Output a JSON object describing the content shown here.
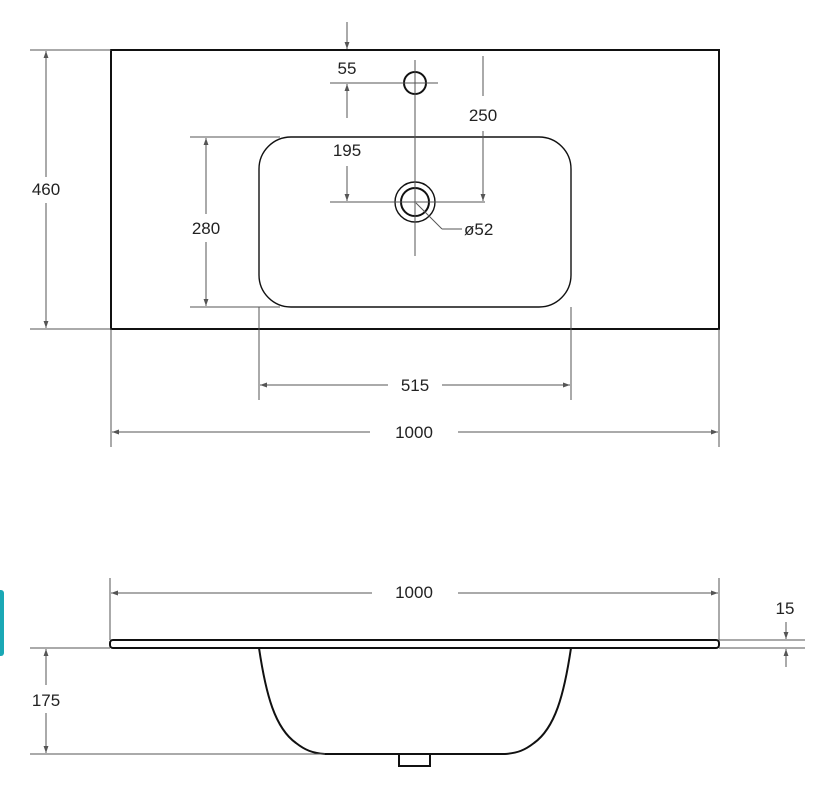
{
  "colors": {
    "outline": "#111111",
    "dimension": "#555555",
    "text": "#222222",
    "edge_accent": "#1aa8b5"
  },
  "top_view": {
    "overall_width": "1000",
    "overall_depth": "460",
    "bowl_width": "515",
    "bowl_depth": "280",
    "tap_hole_offset": "55",
    "drain_from_tap": "250",
    "drain_from_bowl_edge": "195",
    "drain_diameter": "ø52"
  },
  "side_view": {
    "overall_width": "1000",
    "top_thickness": "15",
    "bowl_height": "175"
  }
}
